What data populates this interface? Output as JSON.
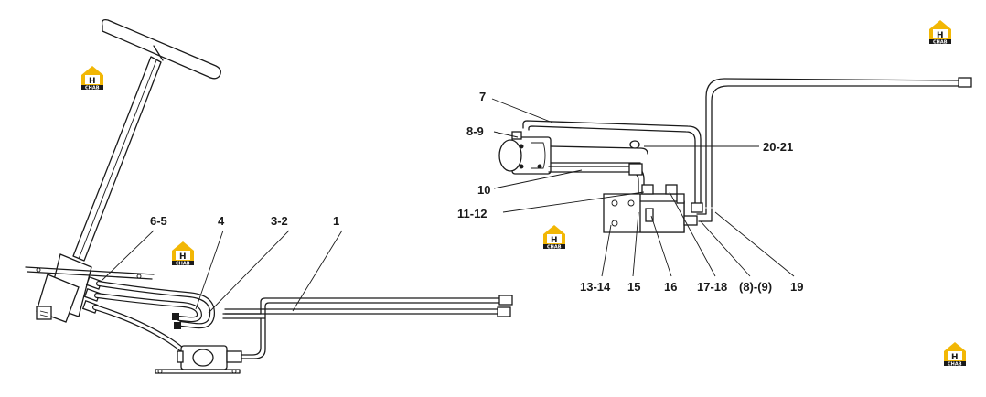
{
  "labels": {
    "l1": "1",
    "l3_2": "3-2",
    "l4": "4",
    "l6_5": "6-5",
    "l7": "7",
    "l8_9": "8-9",
    "l10": "10",
    "l11_12": "11-12",
    "l13_14": "13-14",
    "l15": "15",
    "l16": "16",
    "l17_18": "17-18",
    "l8_9b": "(8)-(9)",
    "l19": "19",
    "l20_21": "20-21"
  },
  "logo": {
    "letters": "H",
    "sub": "CHAB",
    "color": "#f2b705"
  }
}
